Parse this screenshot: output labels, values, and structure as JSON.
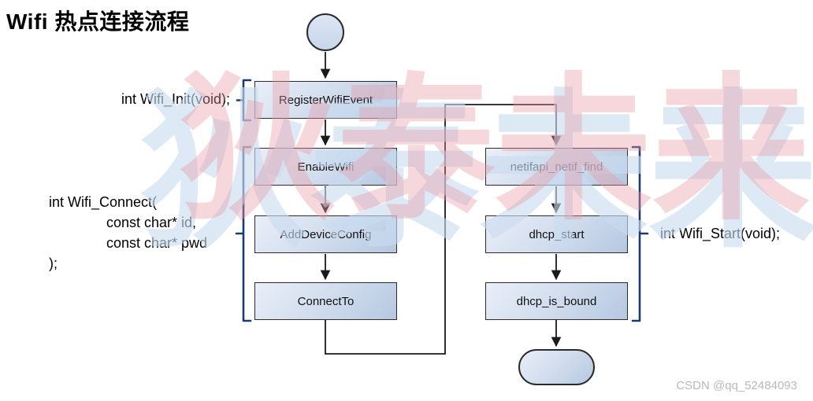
{
  "title": "Wifi 热点连接流程",
  "flow": {
    "nodes": {
      "register": "RegisterWifiEvent",
      "enable": "EnableWifi",
      "add_config": "AddDeviceConfig",
      "connect_to": "ConnectTo",
      "netif_find": "netifapi_netif_find",
      "dhcp_start": "dhcp_start",
      "dhcp_bound": "dhcp_is_bound"
    }
  },
  "annotations": {
    "wifi_init": "int Wifi_Init(void);",
    "wifi_connect_lines": [
      "int Wifi_Connect(",
      "const char* id,",
      "const char* pwd",
      ");"
    ],
    "wifi_start": "int Wifi_Start(void);"
  },
  "watermark": {
    "brand_text": "狄泰未来",
    "credit": "CSDN @qq_52484093"
  },
  "colors": {
    "node_fill_top": "#eaeff8",
    "node_fill_bottom": "#b5c8e1",
    "node_border": "#2b2b2b",
    "bracket": "#1c3c6e",
    "arrow": "#1a1a1a",
    "watermark_pink": "#e89aa4",
    "watermark_blue": "#cadcf1",
    "credit_gray": "#b9b9b9"
  }
}
